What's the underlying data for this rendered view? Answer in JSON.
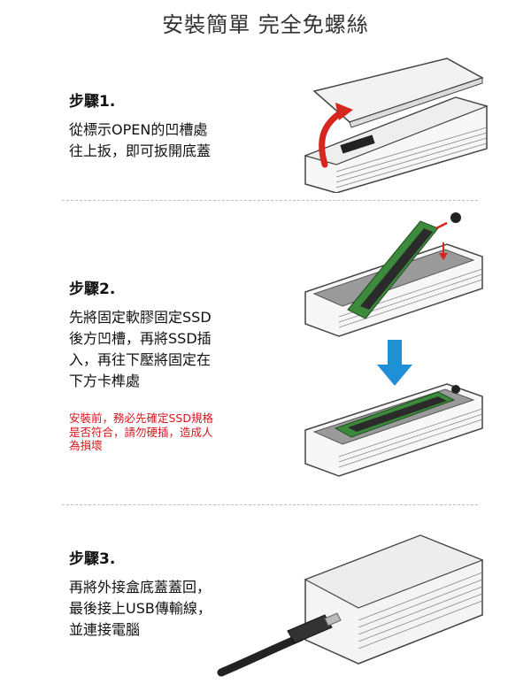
{
  "title": "安裝簡單  完全免螺絲",
  "steps": [
    {
      "label": "步驟1.",
      "lines": [
        "從標示OPEN的凹槽處",
        "往上扳，即可扳開底蓋"
      ]
    },
    {
      "label": "步驟2.",
      "lines": [
        "先將固定軟膠固定SSD",
        "後方凹槽，再將SSD插",
        "入，再往下壓將固定在",
        "下方卡榫處"
      ],
      "warning": [
        "安裝前，務必先確定SSD規格",
        "是否符合，請勿硬插，造成人",
        "為損壞"
      ]
    },
    {
      "label": "步驟3.",
      "lines": [
        "再將外接盒底蓋蓋回，",
        "最後接上USB傳輸線，",
        "並連接電腦"
      ]
    }
  ],
  "colors": {
    "accent_red": "#d4161c",
    "arrow_red": "#d7261e",
    "arrow_blue": "#1f8fd6",
    "ssd_green": "#3c8a3c",
    "ssd_chip": "#2b2b2b"
  }
}
